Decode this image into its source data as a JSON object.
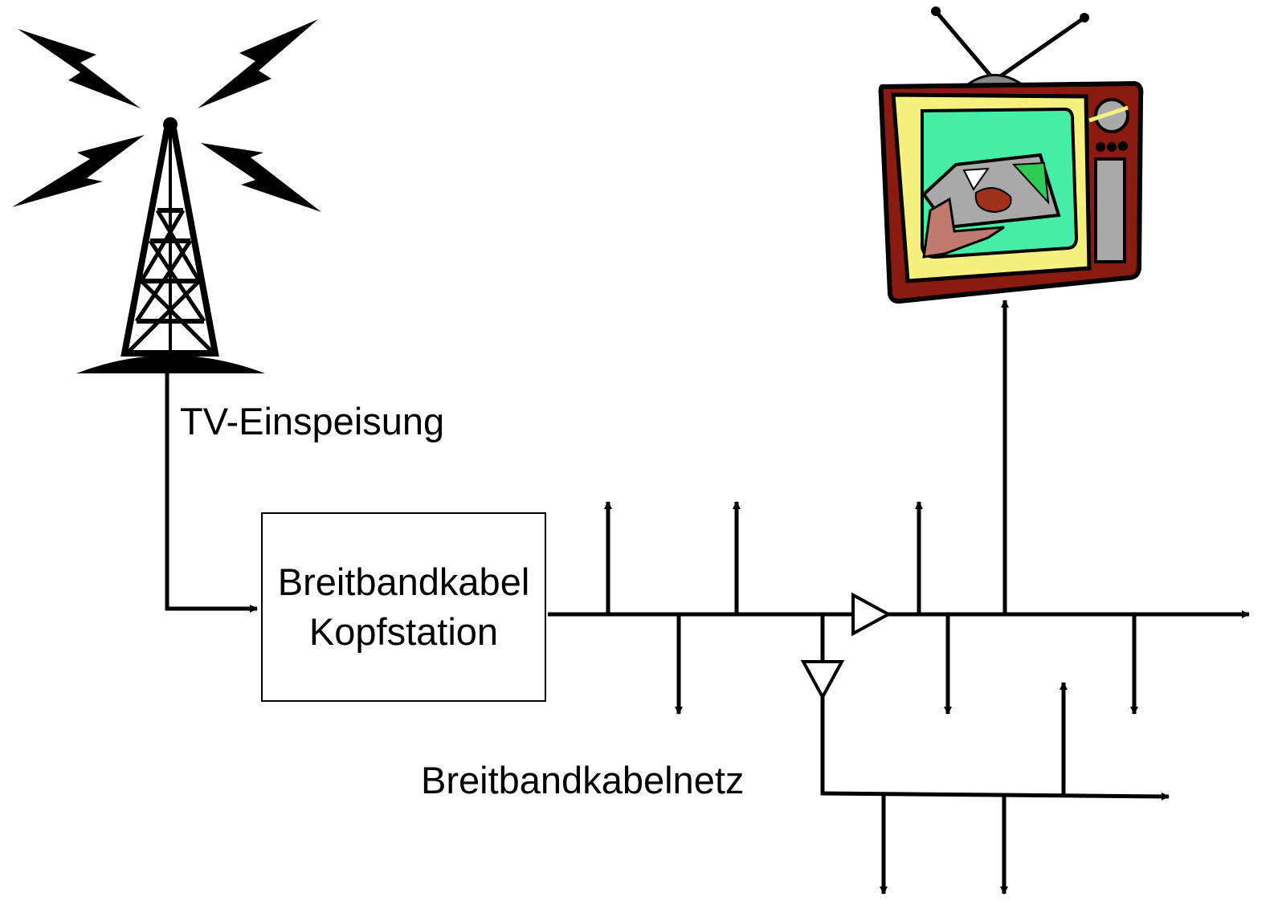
{
  "labels": {
    "feed": "TV-Einspeisung",
    "headend_line1": "Breitbandkabel",
    "headend_line2": "Kopfstation",
    "network": "Breitbandkabelnetz"
  },
  "icons": {
    "transmitter": "radio-tower-icon",
    "television": "retro-tv-icon"
  },
  "colors": {
    "line": "#000000",
    "tv_body": "#8b1a10",
    "tv_bezel": "#f7ef7e",
    "tv_screen": "#44eea6",
    "tv_panel": "#a9a9a9"
  }
}
